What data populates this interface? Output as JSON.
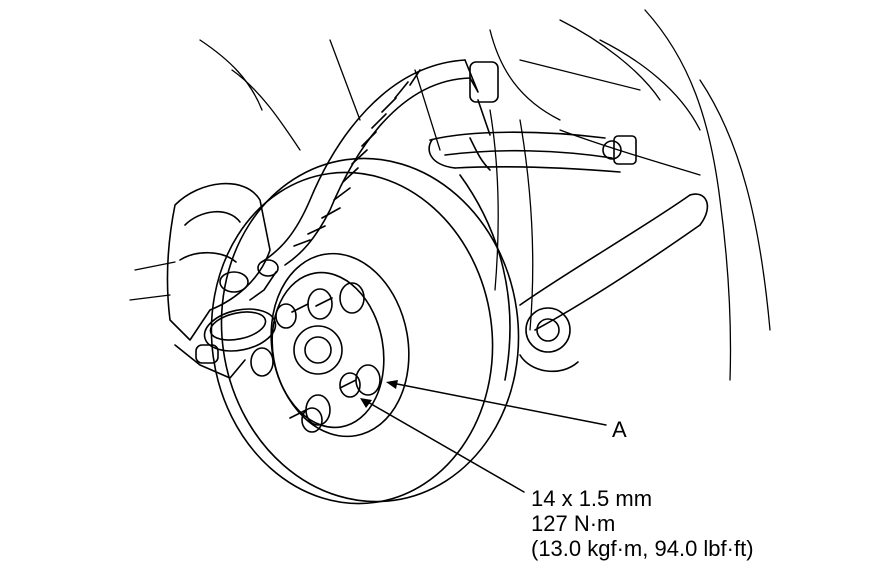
{
  "callouts": {
    "part_a": "A",
    "bolt_size": "14 x 1.5 mm",
    "torque_nm": "127 N·m",
    "torque_alt": "(13.0 kgf·m, 94.0 lbf·ft)"
  },
  "colors": {
    "line": "#000000",
    "background": "#ffffff"
  }
}
